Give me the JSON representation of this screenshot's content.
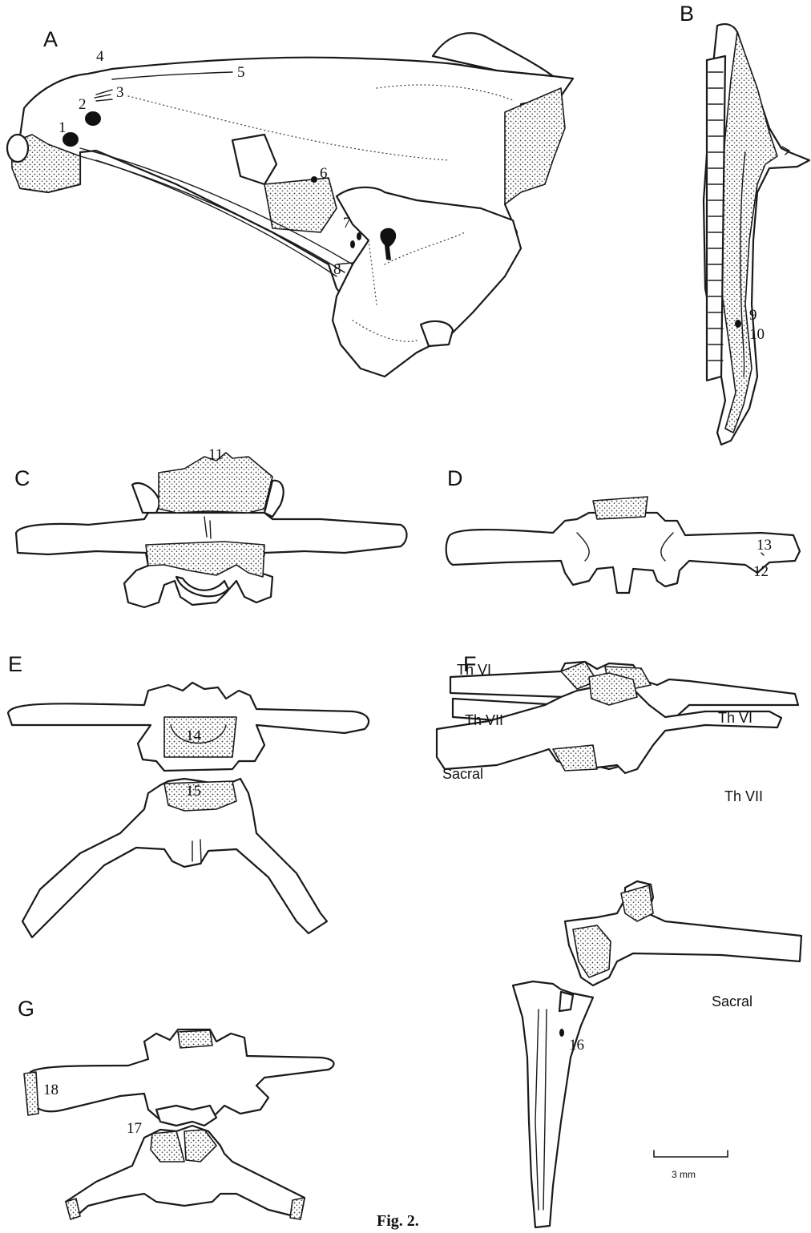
{
  "panels": {
    "A": {
      "label": "A",
      "callouts": [
        "1",
        "2",
        "3",
        "4",
        "5",
        "6",
        "7",
        "8"
      ]
    },
    "B": {
      "label": "B",
      "callouts": [
        "9",
        "10"
      ]
    },
    "C": {
      "label": "C",
      "callouts": [
        "11"
      ]
    },
    "D": {
      "label": "D",
      "callouts": [
        "12",
        "13"
      ]
    },
    "E": {
      "label": "E",
      "callouts": [
        "14",
        "15"
      ]
    },
    "F": {
      "label": "F",
      "callouts": [
        "16"
      ],
      "vertebra_labels": [
        "Th VI",
        "Th VII",
        "Th VI",
        "Sacral",
        "Th VII",
        "Sacral"
      ]
    },
    "G": {
      "label": "G",
      "callouts": [
        "17",
        "18"
      ]
    }
  },
  "scale_bar": {
    "label": "3 mm"
  },
  "caption": "Fig. 2."
}
